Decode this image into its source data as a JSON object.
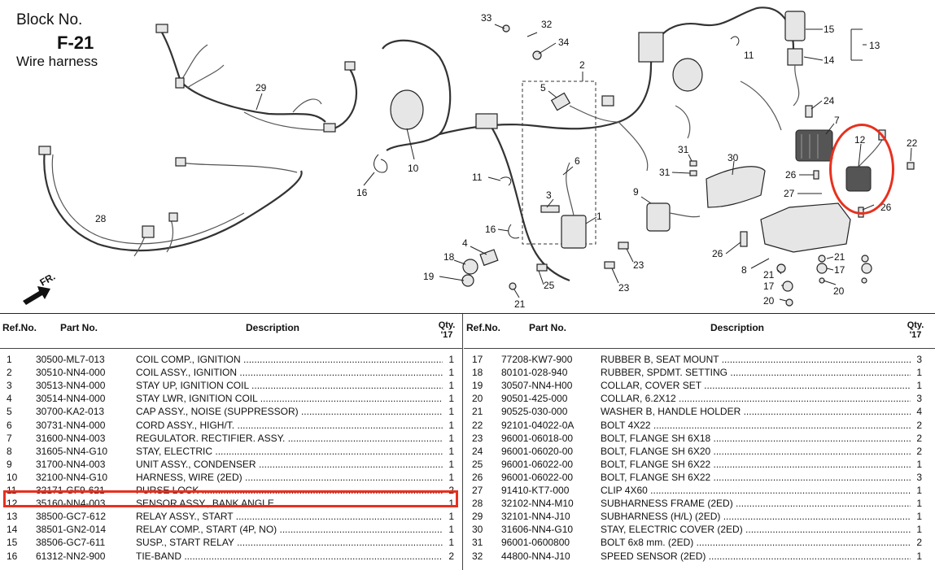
{
  "header": {
    "block_label": "Block No.",
    "block_code": "F-21",
    "title": "Wire harness"
  },
  "diagram": {
    "front_marker": "FR.",
    "callouts": [
      {
        "id": "c33",
        "text": "33"
      },
      {
        "id": "c32",
        "text": "32"
      },
      {
        "id": "c34",
        "text": "34"
      },
      {
        "id": "c2",
        "text": "2"
      },
      {
        "id": "c5",
        "text": "5"
      },
      {
        "id": "c29",
        "text": "29"
      },
      {
        "id": "c11a",
        "text": "11"
      },
      {
        "id": "c15",
        "text": "15"
      },
      {
        "id": "c13",
        "text": "13"
      },
      {
        "id": "c14",
        "text": "14"
      },
      {
        "id": "c24",
        "text": "24"
      },
      {
        "id": "c7",
        "text": "7"
      },
      {
        "id": "c12",
        "text": "12"
      },
      {
        "id": "c22",
        "text": "22"
      },
      {
        "id": "c31a",
        "text": "31"
      },
      {
        "id": "c31b",
        "text": "31"
      },
      {
        "id": "c30",
        "text": "30"
      },
      {
        "id": "c26a",
        "text": "26"
      },
      {
        "id": "c27",
        "text": "27"
      },
      {
        "id": "c26b",
        "text": "26"
      },
      {
        "id": "c10",
        "text": "10"
      },
      {
        "id": "c16a",
        "text": "16"
      },
      {
        "id": "c6",
        "text": "6"
      },
      {
        "id": "c11b",
        "text": "11"
      },
      {
        "id": "c9",
        "text": "9"
      },
      {
        "id": "c3",
        "text": "3"
      },
      {
        "id": "c1",
        "text": "1"
      },
      {
        "id": "c28",
        "text": "28"
      },
      {
        "id": "c16b",
        "text": "16"
      },
      {
        "id": "c4",
        "text": "4"
      },
      {
        "id": "c18",
        "text": "18"
      },
      {
        "id": "c19",
        "text": "19"
      },
      {
        "id": "c25",
        "text": "25"
      },
      {
        "id": "c21a",
        "text": "21"
      },
      {
        "id": "c23a",
        "text": "23"
      },
      {
        "id": "c23b",
        "text": "23"
      },
      {
        "id": "c26c",
        "text": "26"
      },
      {
        "id": "c8",
        "text": "8"
      },
      {
        "id": "c21b",
        "text": "21"
      },
      {
        "id": "c17a",
        "text": "17"
      },
      {
        "id": "c20a",
        "text": "20"
      },
      {
        "id": "c21c",
        "text": "21"
      },
      {
        "id": "c17b",
        "text": "17"
      },
      {
        "id": "c20b",
        "text": "20"
      }
    ]
  },
  "table": {
    "headers": {
      "ref": "Ref.No.",
      "part": "Part No.",
      "desc": "Description",
      "qty_top": "Qty.",
      "qty_bottom": "'17"
    },
    "left": [
      {
        "ref": "1",
        "part": "30500-ML7-013",
        "desc": "COIL COMP., IGNITION",
        "qty": "1"
      },
      {
        "ref": "2",
        "part": "30510-NN4-000",
        "desc": "COIL ASSY., IGNITION",
        "qty": "1"
      },
      {
        "ref": "3",
        "part": "30513-NN4-000",
        "desc": "STAY UP, IGNITION COIL",
        "qty": "1"
      },
      {
        "ref": "4",
        "part": "30514-NN4-000",
        "desc": "STAY LWR, IGNITION COIL",
        "qty": "1"
      },
      {
        "ref": "5",
        "part": "30700-KA2-013",
        "desc": "CAP ASSY., NOISE (SUPPRESSOR)",
        "qty": "1"
      },
      {
        "ref": "6",
        "part": "30731-NN4-000",
        "desc": "CORD ASSY., HIGH/T.",
        "qty": "1"
      },
      {
        "ref": "7",
        "part": "31600-NN4-003",
        "desc": "REGULATOR. RECTIFIER. ASSY.",
        "qty": "1"
      },
      {
        "ref": "8",
        "part": "31605-NN4-G10",
        "desc": "STAY, ELECTRIC",
        "qty": "1"
      },
      {
        "ref": "9",
        "part": "31700-NN4-003",
        "desc": "UNIT ASSY., CONDENSER",
        "qty": "1"
      },
      {
        "ref": "10",
        "part": "32100-NN4-G10",
        "desc": "HARNESS, WIRE (2ED)",
        "qty": "1"
      },
      {
        "ref": "11",
        "part": "32171-GF9-621",
        "desc": "PURSE LOCK",
        "qty": "2"
      },
      {
        "ref": "12",
        "part": "35160-NN4-003",
        "desc": "SENSOR ASSY., BANK ANGLE",
        "qty": "1"
      },
      {
        "ref": "13",
        "part": "38500-GC7-612",
        "desc": "RELAY ASSY., START",
        "qty": "1"
      },
      {
        "ref": "14",
        "part": "38501-GN2-014",
        "desc": "RELAY COMP., START (4P, NO)",
        "qty": "1"
      },
      {
        "ref": "15",
        "part": "38506-GC7-611",
        "desc": "SUSP., START RELAY",
        "qty": "1"
      },
      {
        "ref": "16",
        "part": "61312-NN2-900",
        "desc": "TIE-BAND",
        "qty": "2"
      }
    ],
    "right": [
      {
        "ref": "17",
        "part": "77208-KW7-900",
        "desc": "RUBBER B, SEAT MOUNT",
        "qty": "3"
      },
      {
        "ref": "18",
        "part": "80101-028-940",
        "desc": "RUBBER, SPDMT. SETTING",
        "qty": "1"
      },
      {
        "ref": "19",
        "part": "30507-NN4-H00",
        "desc": "COLLAR, COVER SET",
        "qty": "1"
      },
      {
        "ref": "20",
        "part": "90501-425-000",
        "desc": "COLLAR, 6.2X12",
        "qty": "3"
      },
      {
        "ref": "21",
        "part": "90525-030-000",
        "desc": "WASHER B, HANDLE HOLDER",
        "qty": "4"
      },
      {
        "ref": "22",
        "part": "92101-04022-0A",
        "desc": "BOLT 4X22",
        "qty": "2"
      },
      {
        "ref": "23",
        "part": "96001-06018-00",
        "desc": "BOLT, FLANGE SH 6X18",
        "qty": "2"
      },
      {
        "ref": "24",
        "part": "96001-06020-00",
        "desc": "BOLT, FLANGE SH 6X20",
        "qty": "2"
      },
      {
        "ref": "25",
        "part": "96001-06022-00",
        "desc": "BOLT, FLANGE SH 6X22",
        "qty": "1"
      },
      {
        "ref": "26",
        "part": "96001-06022-00",
        "desc": "BOLT, FLANGE SH 6X22",
        "qty": "3"
      },
      {
        "ref": "27",
        "part": "91410-KT7-000",
        "desc": "CLIP 4X60",
        "qty": "1"
      },
      {
        "ref": "28",
        "part": "32102-NN4-M10",
        "desc": "SUBHARNESS FRAME (2ED)",
        "qty": "1"
      },
      {
        "ref": "29",
        "part": "32101-NN4-J10",
        "desc": "SUBHARNESS (H/L) (2ED)",
        "qty": "1"
      },
      {
        "ref": "30",
        "part": "31606-NN4-G10",
        "desc": "STAY, ELECTRIC COVER (2ED)",
        "qty": "1"
      },
      {
        "ref": "31",
        "part": "96001-0600800",
        "desc": "BOLT 6x8 mm. (2ED)",
        "qty": "2"
      },
      {
        "ref": "32",
        "part": "44800-NN4-J10",
        "desc": "SPEED SENSOR (2ED)",
        "qty": "1"
      }
    ]
  },
  "colors": {
    "highlight": "#e8301e",
    "line": "#222222"
  }
}
